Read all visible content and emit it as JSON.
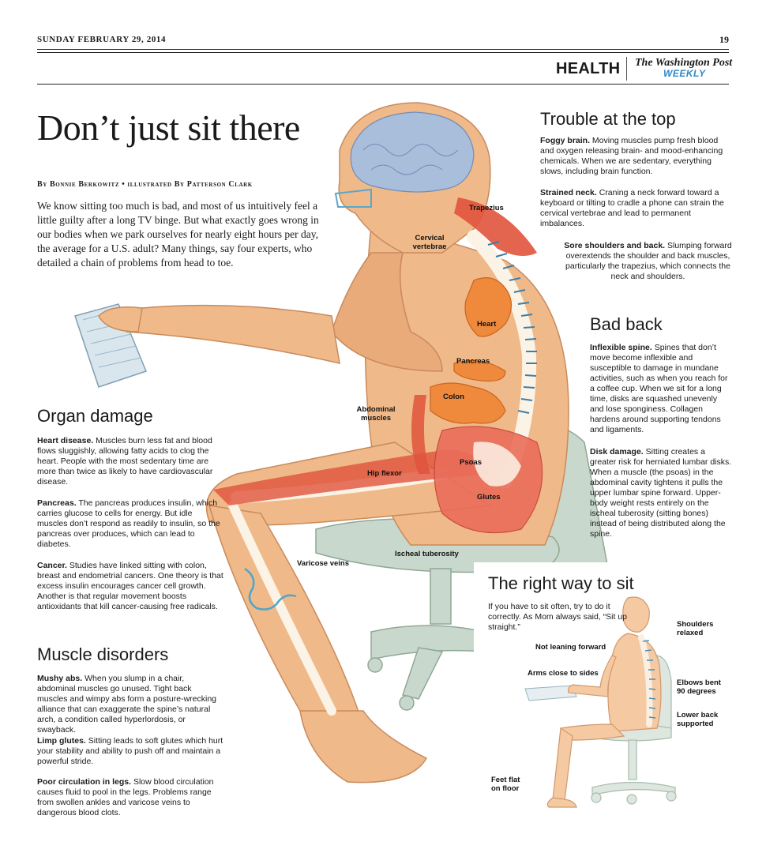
{
  "header": {
    "dateline": "SUNDAY FEBRUARY 29, 2014",
    "page_number": "19",
    "section": "HEALTH",
    "masthead": "The Washington Post",
    "masthead_sub": "WEEKLY"
  },
  "article": {
    "headline": "Don’t just sit there",
    "byline": "By Bonnie Berkowitz • illustrated By Patterson Clark",
    "intro": "We know sitting too much is bad, and most of us intuitively feel a little guilty after a long TV binge. But what exactly goes wrong in our bodies when we park ourselves for nearly eight hours per day, the average for a U.S. adult? Many things, say four experts, who detailed a chain of problems from head to toe."
  },
  "sections": {
    "trouble": {
      "title": "Trouble at the top",
      "items": [
        {
          "lead": "Foggy brain.",
          "text": " Moving muscles pump fresh blood and oxygen releasing brain- and mood-enhancing chemicals. When we are sedentary, everything slows, including brain function."
        },
        {
          "lead": "Strained neck.",
          "text": " Craning a neck forward toward a keyboard or tilting to cradle a phone can strain the cervical vertebrae and lead to permanent imbalances."
        },
        {
          "lead": "Sore shoulders and back.",
          "text": " Slumping forward overextends the shoulder and back muscles, particularly the trapezius, which connects the neck and shoulders."
        }
      ]
    },
    "bad_back": {
      "title": "Bad back",
      "items": [
        {
          "lead": "Inflexible spine.",
          "text": " Spines that don’t move become inflexible and susceptible to damage in mundane activities, such as when you reach for a coffee cup. When we sit for a long time, disks are squashed unevenly and lose sponginess. Collagen hardens around supporting tendons and ligaments."
        },
        {
          "lead": "Disk damage.",
          "text": " Sitting creates a greater risk for herniated lumbar disks. When a muscle (the psoas) in the abdominal cavity tightens it pulls the upper lumbar spine forward. Upper-body weight rests entirely on the ischeal tuberosity (sitting bones) instead of being distributed along the spine."
        }
      ]
    },
    "organ": {
      "title": "Organ damage",
      "items": [
        {
          "lead": "Heart disease.",
          "text": " Muscles burn less fat and blood flows sluggishly, allowing fatty acids to clog the heart. People with the most sedentary time are more than twice as likely to have cardiovascular disease."
        },
        {
          "lead": "Pancreas.",
          "text": " The pancreas produces insulin, which carries glucose to cells for energy. But idle muscles don’t respond as readily to insulin, so the pancreas over produces, which can lead to diabetes."
        },
        {
          "lead": "Cancer.",
          "text": " Studies have linked sitting with colon, breast and endometrial cancers. One theory is that excess insulin encourages cancer cell growth. Another is that regular movement boosts antioxidants that kill cancer-causing free radicals."
        }
      ]
    },
    "muscle": {
      "title": "Muscle disorders",
      "items": [
        {
          "lead": "Mushy abs.",
          "text": " When you slump in a chair, abdominal muscles go unused. Tight back muscles and wimpy abs form a posture-wrecking alliance that can exaggerate the spine’s natural arch, a condition called hyperlordosis, or swayback."
        },
        {
          "lead": "Limp glutes.",
          "text": " Sitting leads to soft glutes which hurt your stability and ability to push off and maintain a powerful stride."
        },
        {
          "lead": "Poor circulation in legs.",
          "text": " Slow blood circulation causes fluid to pool in the legs. Problems range from swollen ankles and varicose veins to dangerous blood clots."
        }
      ]
    },
    "right_way": {
      "title": "The right way to sit",
      "intro": "If you have to sit often, try to do it correctly. As Mom always said, “Sit up straight.”",
      "labels": {
        "not_leaning": "Not leaning forward",
        "arms_close": "Arms close to sides",
        "feet_flat": "Feet flat on floor",
        "shoulders": "Shoulders relaxed",
        "elbows": "Elbows bent 90 degrees",
        "lower_back": "Lower back supported"
      }
    }
  },
  "anatomy_labels": {
    "trapezius": "Trapezius",
    "cervical": "Cervical vertebrae",
    "heart": "Heart",
    "pancreas": "Pancreas",
    "colon": "Colon",
    "abdominal": "Abdominal muscles",
    "psoas": "Psoas",
    "hip_flexor": "Hip flexor",
    "glutes": "Glutes",
    "ischeal": "Ischeal tuberosity",
    "varicose": "Varicose veins"
  },
  "colors": {
    "skin": "#f0b989",
    "skin_dark": "#d88f5f",
    "muscle": "#e0533c",
    "organ": "#ef8a3c",
    "brain": "#9fb6d6",
    "chair": "#c6d4c8",
    "accent_blue": "#2e86c8"
  }
}
